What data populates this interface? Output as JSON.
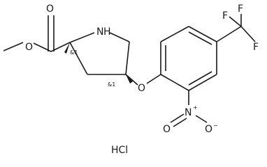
{
  "structure": {
    "atoms": {
      "ester_O": "O",
      "carbonyl_O": "O",
      "ring_N": "N",
      "ring_H": "H",
      "ether_O": "O",
      "F1": "F",
      "F2": "F",
      "F3": "F",
      "nitro_N": "N",
      "nitro_N_charge": "+",
      "nitro_O1": "O",
      "nitro_O2": "O",
      "nitro_O2_charge": "−"
    },
    "stereo_labels": {
      "c2": "&1",
      "c4": "&1"
    },
    "salt_label": "HCl"
  }
}
